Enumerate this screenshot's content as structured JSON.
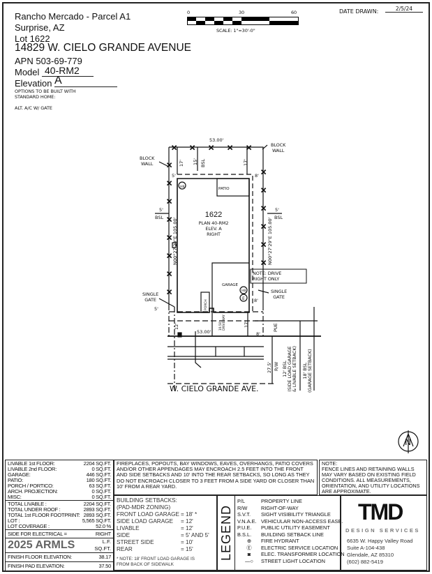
{
  "header": {
    "project": "Rancho Mercado - Parcel A1",
    "city": "Surprise, AZ",
    "lot": "Lot  1622",
    "address": "14829 W. CIELO GRANDE AVENUE",
    "apn": "APN  503-69-779",
    "model_label": "Model",
    "model_value": "40-RM2",
    "elevation_label": "Elevation",
    "elevation_value": "A",
    "options_title": "OPTIONS TO BE BUILT WITH\nSTANDARD HOME:",
    "options_item": "ALT. A/C W/ GATE",
    "date_label": "DATE DRAWN:",
    "date_value": "2/5/24"
  },
  "scale": {
    "tick0": "0",
    "tick30": "30",
    "tick60": "60",
    "label": "SCALE:  1\"=30'-0\""
  },
  "plan": {
    "lot_number": "1622",
    "plan": "PLAN 40-RM2",
    "elev": "ELEV. A",
    "hand": "RIGHT",
    "top_dim": "53.00'",
    "bottom_dim": "53.00'",
    "left_bearing": "N00°27'29\"E 105.00'",
    "right_bearing": "N00°27'29\"E 105.00'",
    "block_wall_left": "BLOCK\nWALL",
    "block_wall_right": "BLOCK\nWALL",
    "rear_17_left": "17'",
    "rear_15": "15'",
    "bsl": "BSL",
    "rear_17_right": "17'",
    "side_5_left": "5'",
    "side_8": "8'",
    "side_5_bsl_left": "5'",
    "side_5_bsl_right": "5'",
    "patio": "PATIO",
    "garage": "GARAGE",
    "porch": "PORCH",
    "single_gate_left": "SINGLE\nGATE",
    "single_gate_right": "SINGLE\nGATE",
    "note_drive": "NOTE: DRIVE\nRIGHT ONLY",
    "front_5": "5'",
    "front_8": "8'",
    "front_12": "12'",
    "driveway": "19.50'\nDRIVEWAY",
    "driveway_17": "17'",
    "pue_8": "8'",
    "pue": "PUE",
    "rw_dim": "27.5'",
    "rw": "R/W",
    "bsl12": "12' BSL\n(SIDE LOAD GARAGE\n& LIVABLE SETBACK)",
    "bsl18": "18' BSL\n(GARAGE SETBACK)",
    "street": "W. CIELO GRANDE AVE.",
    "hb": "HB",
    "e": "E",
    "north": "N"
  },
  "areas": [
    [
      "LIVABLE 1st FLOOR:",
      "2204 SQ.FT."
    ],
    [
      "LIVABLE 2nd FLOOR:",
      "0 SQ.FT."
    ],
    [
      "GARAGE:",
      "446 SQ.FT."
    ],
    [
      "PATIO:",
      "180 SQ.FT."
    ],
    [
      "PORCH / PORTICO:",
      "63 SQ.FT."
    ],
    [
      "ARCH. PROJECTION:",
      "0 SQ.FT."
    ],
    [
      "MISC:",
      "0 SQ.FT."
    ]
  ],
  "totals": [
    [
      "TOTAL LIVABLE :",
      "2204 SQ.FT."
    ],
    [
      "TOTAL UNDER ROOF :",
      "2893 SQ.FT."
    ],
    [
      "TOTAL 1st FLOOR FOOTPRINT:",
      "2893 SQ.FT."
    ],
    [
      "LOT :",
      "5,565 SQ.FT."
    ],
    [
      "LOT COVERAGE :",
      "52.0 %"
    ]
  ],
  "electrical": [
    "SIDE FOR ELECTRICAL =",
    "RIGHT"
  ],
  "obscured": [
    [
      "",
      "L.F."
    ],
    [
      "",
      "SQ.FT."
    ]
  ],
  "watermark": "2025 ARMLS",
  "finish_floor": [
    "FINISH FLOOR ELEVATION:",
    "38.17"
  ],
  "finish_pad": [
    "FINISH PAD ELEVATION:",
    "37.50"
  ],
  "encroach_note": "FIREPLACES, POPOUTS, BAY WINDOWS, EAVES, OVERHANGS, PATIO COVERS AND/OR OTHER APPENDAGES MAY ENCROACH 2.5 FEET INTO THE FRONT AND SIDE SETBACKS AND 10' INTO THE REAR SETBACKS, SO LONG AS THEY DO NOT ENCROACH CLOSER TO 3 FEET FROM A SIDE YARD OR CLOSER THAN 10' FROM A REAR YARD.",
  "field_note": "NOTE:\nFENCE LINES AND RETAINING WALLS MAY VARY BASED ON EXISTING FIELD CONDITIONS.  ALL MEASUREMENTS, ORIENTATION, AND UTILITY LOCATIONS ARE APPROXIMATE.",
  "setbacks": {
    "title": "BUILDING SETBACKS:",
    "zoning": "(PAD-MDR ZONING)",
    "items": [
      [
        "FRONT LOAD GARAGE",
        "= 18' *"
      ],
      [
        "SIDE LOAD GARAGE",
        "= 12'"
      ],
      [
        "LIVABLE",
        "= 12'"
      ],
      [
        "SIDE",
        "= 5' AND 5'"
      ],
      [
        "STREET SIDE",
        "= 10'"
      ],
      [
        "REAR",
        "= 15'"
      ]
    ],
    "note": "* NOTE: 18' FRONT LOAD GARAGE IS\nFROM BACK OF SIDEWALK"
  },
  "legend": {
    "title": "LEGEND",
    "items": [
      [
        "P/L",
        "PROPERTY LINE"
      ],
      [
        "R/W",
        "RIGHT-OF-WAY"
      ],
      [
        "S.V.T.",
        "SIGHT VISIBILITY TRIANGLE"
      ],
      [
        "V.N.A.E.",
        "VEHICULAR NON-ACCESS EASE."
      ],
      [
        "P.U.E.",
        "PUBLIC UTILITY EASEMENT"
      ],
      [
        "B.S.L.",
        "BUILDING SETBACK LINE"
      ],
      [
        "",
        "FIRE HYDRANT"
      ],
      [
        "",
        "ELECTRIC SERVICE LOCATION"
      ],
      [
        "",
        "ELEC. TRANSFORMER LOCATION"
      ],
      [
        "",
        "STREET LIGHT LOCATION"
      ]
    ]
  },
  "company": {
    "logo": "TMD",
    "tagline": "DESIGN SERVICES",
    "address1": "6635 W. Happy Valley Road",
    "address2": "Suite A-104-438",
    "address3": "Glendale, AZ 85310",
    "phone": "(602) 882-5419",
    "logo_color": "#3a4a5a"
  }
}
